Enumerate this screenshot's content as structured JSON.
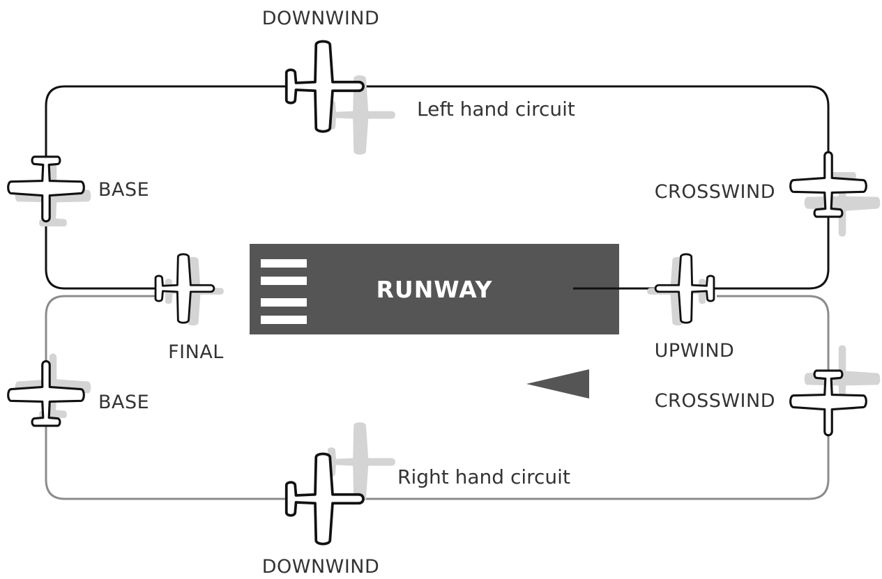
{
  "runway": {
    "label": "RUNWAY",
    "color": "#555555"
  },
  "left_circuit": {
    "label": "Left hand circuit",
    "line_color": "#111111",
    "legs": {
      "downwind": "DOWNWIND",
      "base": "BASE",
      "crosswind": "CROSSWIND",
      "final": "FINAL",
      "upwind": "UPWIND"
    }
  },
  "right_circuit": {
    "label": "Right hand circuit",
    "line_color": "#8c8c8c",
    "legs": {
      "downwind": "DOWNWIND",
      "base": "BASE",
      "crosswind": "CROSSWIND"
    }
  },
  "icons": {
    "aircraft": "airplane-icon",
    "wind_direction": "wind-direction-arrow-icon"
  }
}
